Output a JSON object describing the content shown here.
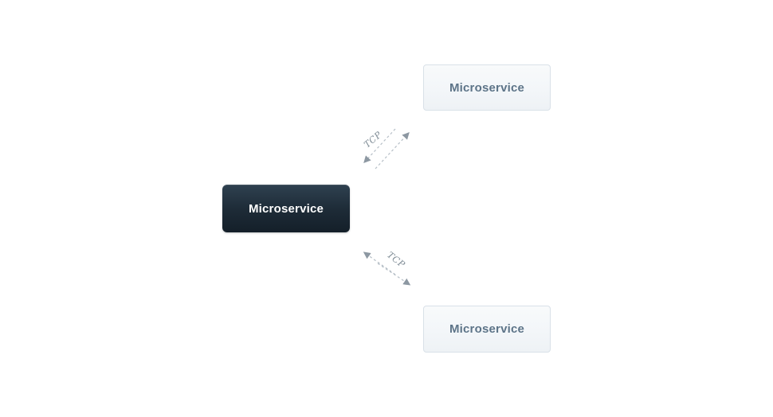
{
  "diagram": {
    "background": "#ffffff",
    "nodes": [
      {
        "id": "microservice-left",
        "label": "Microservice",
        "variant": "dark"
      },
      {
        "id": "microservice-top-right",
        "label": "Microservice",
        "variant": "light"
      },
      {
        "id": "microservice-bottom-right",
        "label": "Microservice",
        "variant": "light"
      }
    ],
    "connections": [
      {
        "label": "TCP",
        "from": "microservice-left",
        "to": "microservice-top-right",
        "style": "dashed",
        "direction": "bidirectional"
      },
      {
        "label": "TCP",
        "from": "microservice-left",
        "to": "microservice-bottom-right",
        "style": "dashed",
        "direction": "bidirectional"
      }
    ],
    "colors": {
      "dark_node_bg_top": "#2f4150",
      "dark_node_bg_bottom": "#141f29",
      "dark_node_text": "#ffffff",
      "light_node_bg_top": "#f8fafb",
      "light_node_bg_bottom": "#eef2f5",
      "light_node_border": "#d9e1e8",
      "light_node_text": "#5d7488",
      "arrow_dash": "#b6bfc7",
      "arrow_head": "#8d98a2",
      "connection_label_text": "#7d8a94"
    }
  }
}
